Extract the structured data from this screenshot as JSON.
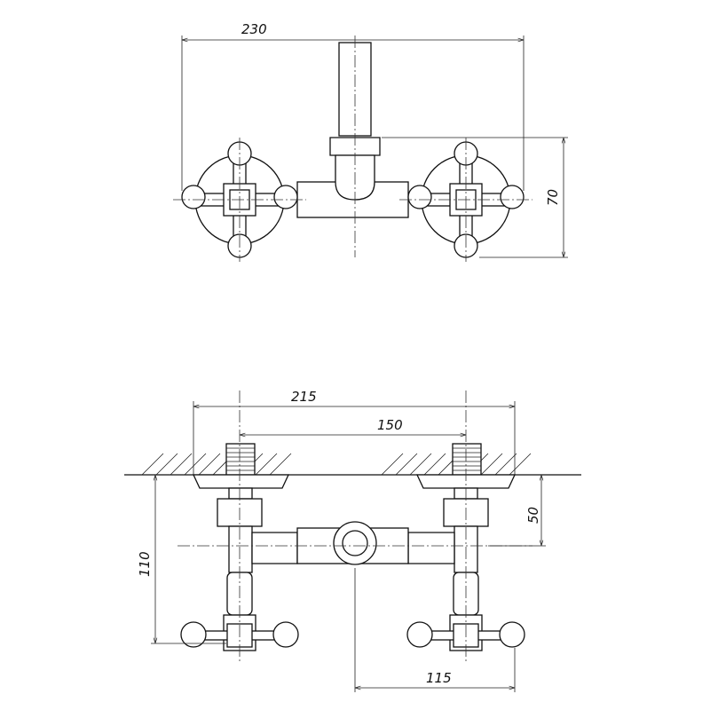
{
  "top_view": {
    "dim_overall_width": "230",
    "dim_height": "70"
  },
  "bottom_view": {
    "dim_flange_span": "215",
    "dim_inlet_spacing": "150",
    "dim_outlet_offset": "50",
    "dim_handle_depth": "110",
    "dim_outlet_to_handle": "115"
  }
}
